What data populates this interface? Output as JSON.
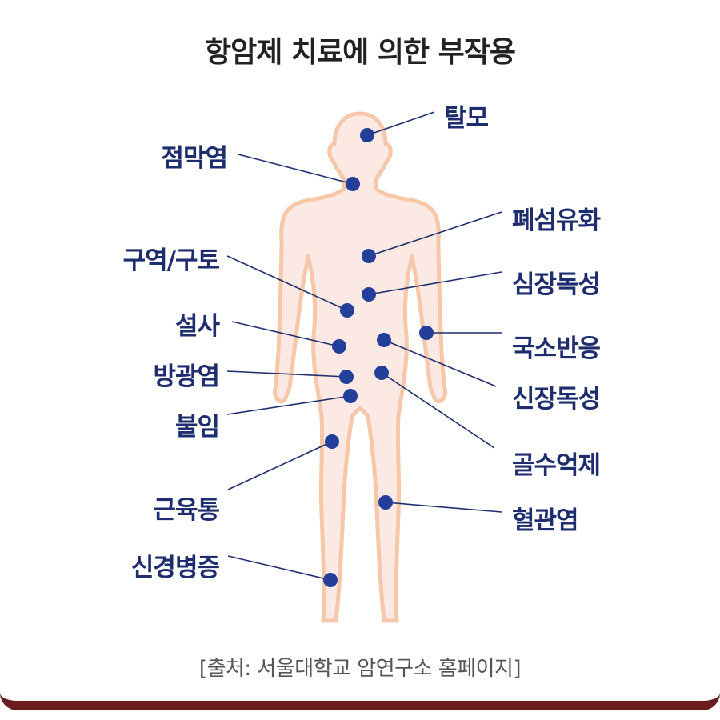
{
  "title": "항암제 치료에 의한 부작용",
  "source": "[출처: 서울대학교 암연구소 홈페이지]",
  "colors": {
    "label": "#1e2d6e",
    "dot": "#233f99",
    "body_fill": "#fde9e3",
    "body_stroke": "#f6c7a8",
    "border": "#6b1c1c"
  },
  "effects": {
    "hair_loss": "탈모",
    "mucositis": "점막염",
    "pulmonary_fibrosis": "폐섬유화",
    "vomiting": "구역/구토",
    "cardiotoxicity": "심장독성",
    "diarrhea": "설사",
    "local_reaction": "국소반응",
    "cystitis": "방광염",
    "nephrotoxicity": "신장독성",
    "infertility": "불임",
    "bone_marrow_suppression": "골수억제",
    "myalgia": "근육통",
    "vasculitis": "혈관염",
    "neuropathy": "신경병증"
  }
}
